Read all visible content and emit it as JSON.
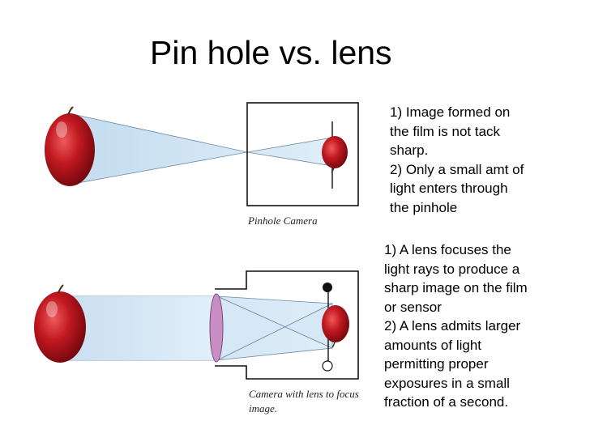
{
  "title": "Pin hole vs. lens",
  "pinhole": {
    "caption": "Pinhole Camera",
    "notes": [
      "1) Image formed on",
      "the film is not tack",
      "sharp.",
      "2) Only a small amt of",
      "light enters through",
      "the pinhole"
    ]
  },
  "lens": {
    "caption_lines": [
      "Camera with lens to focus",
      "image."
    ],
    "notes": [
      "1)  A lens focuses the",
      "light rays to produce a",
      "sharp image on the film",
      "or sensor",
      "2) A lens admits larger",
      "amounts of light",
      "permitting proper",
      "exposures in a small",
      "fraction of a second."
    ]
  },
  "colors": {
    "light_beam": "#cfe3f3",
    "apple_red": "#b8141b",
    "lens_fill": "#c98fc4"
  }
}
